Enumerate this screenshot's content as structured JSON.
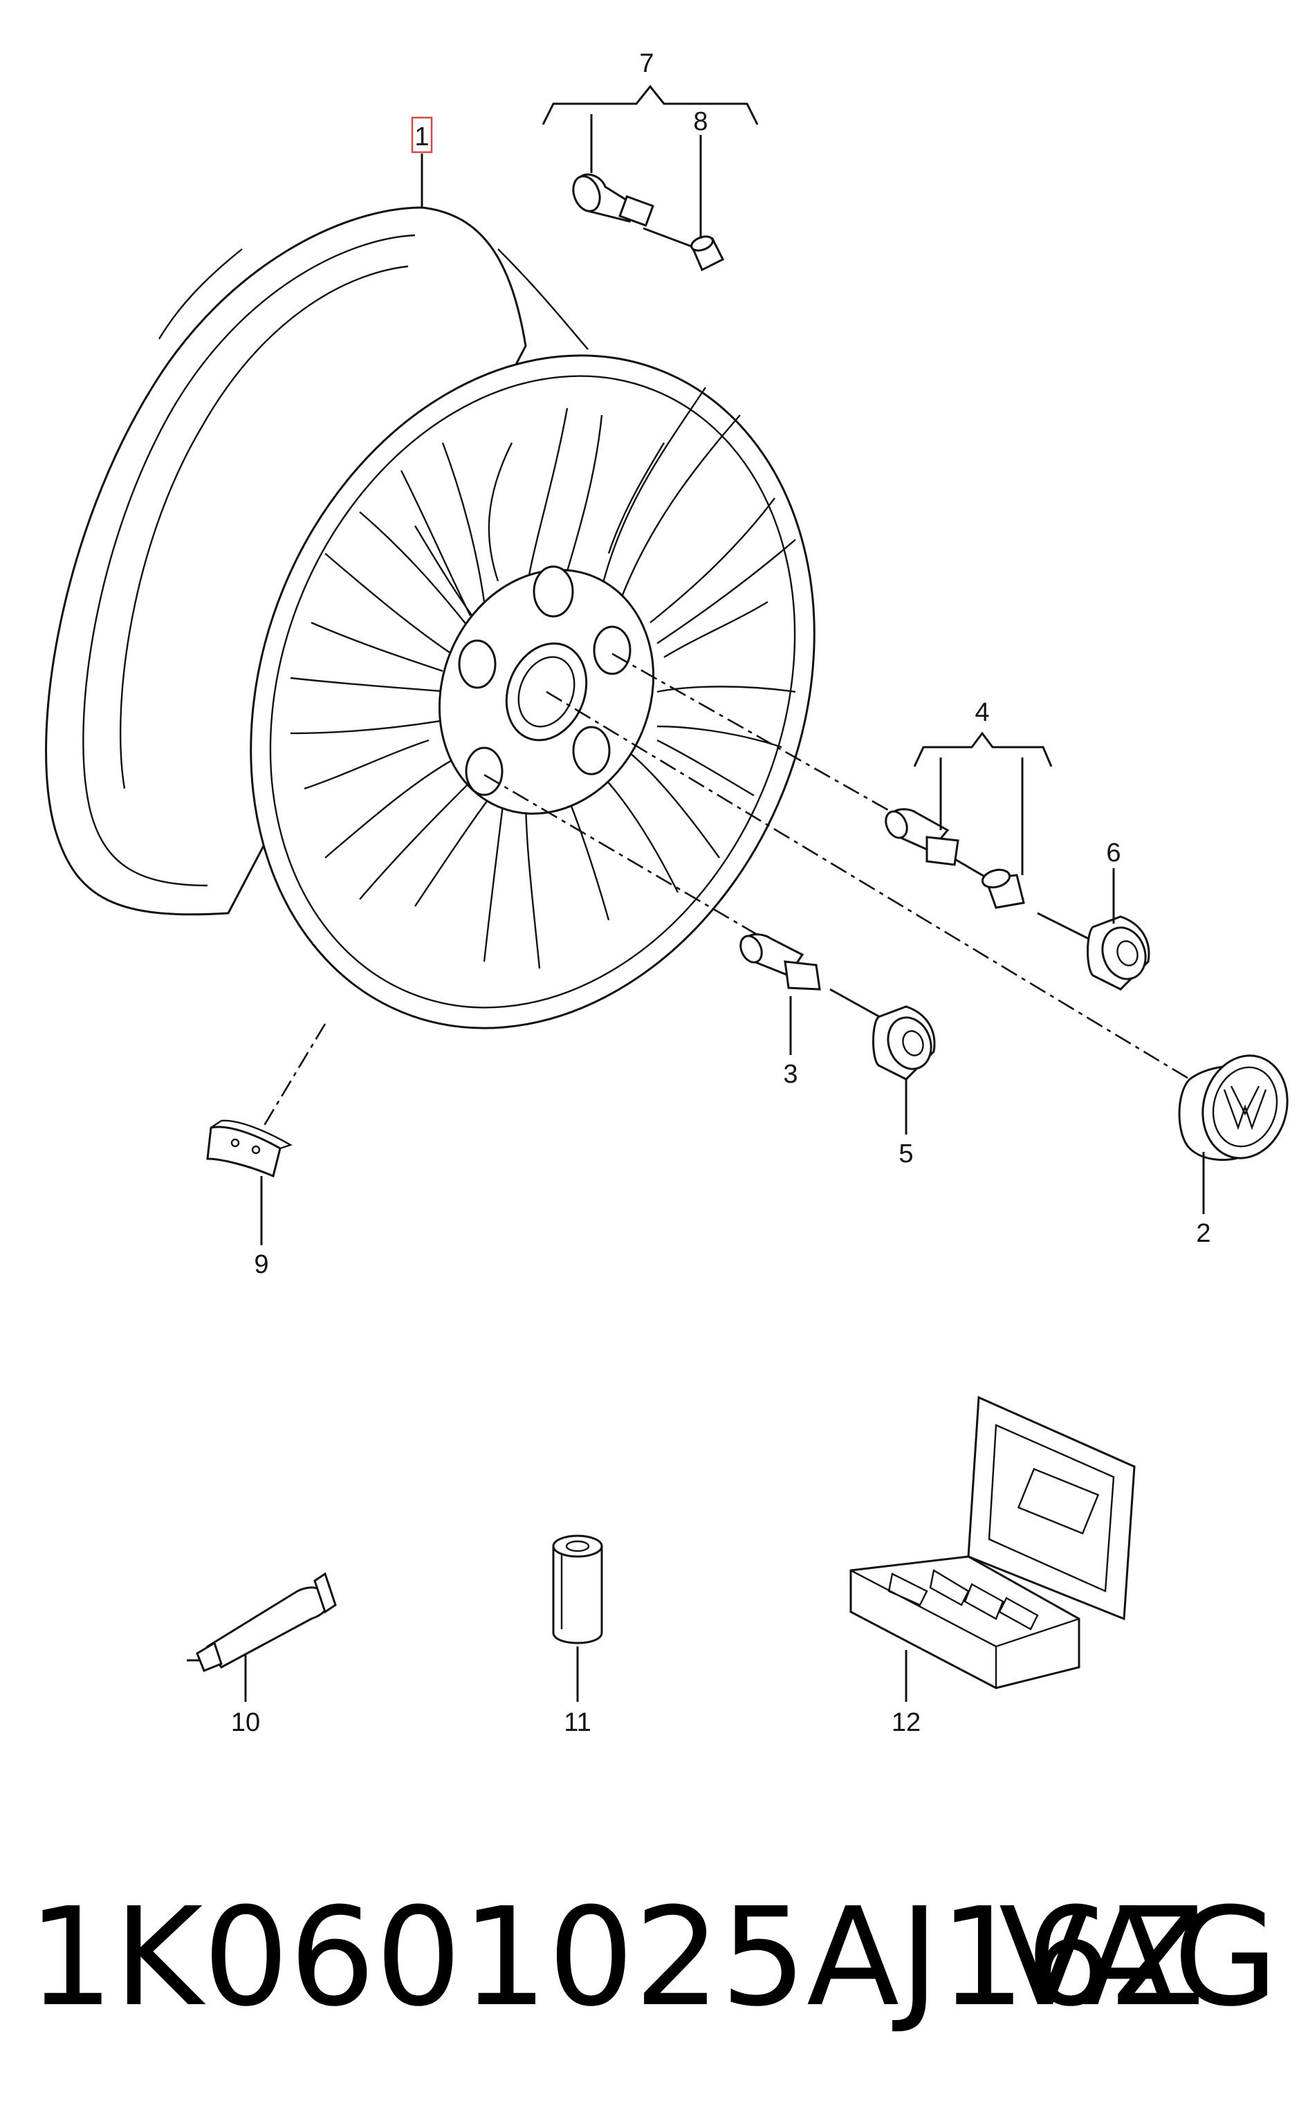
{
  "callouts": {
    "c1": "1",
    "c2": "2",
    "c3": "3",
    "c4": "4",
    "c5": "5",
    "c6": "6",
    "c7": "7",
    "c8": "8",
    "c9": "9",
    "c10": "10",
    "c11": "11",
    "c12": "12"
  },
  "footer": {
    "part_number": "1K0601025AJ16Z",
    "brand": "VAG"
  },
  "colors": {
    "line": "#111111",
    "highlight": "#d14a4a",
    "background": "#ffffff"
  }
}
